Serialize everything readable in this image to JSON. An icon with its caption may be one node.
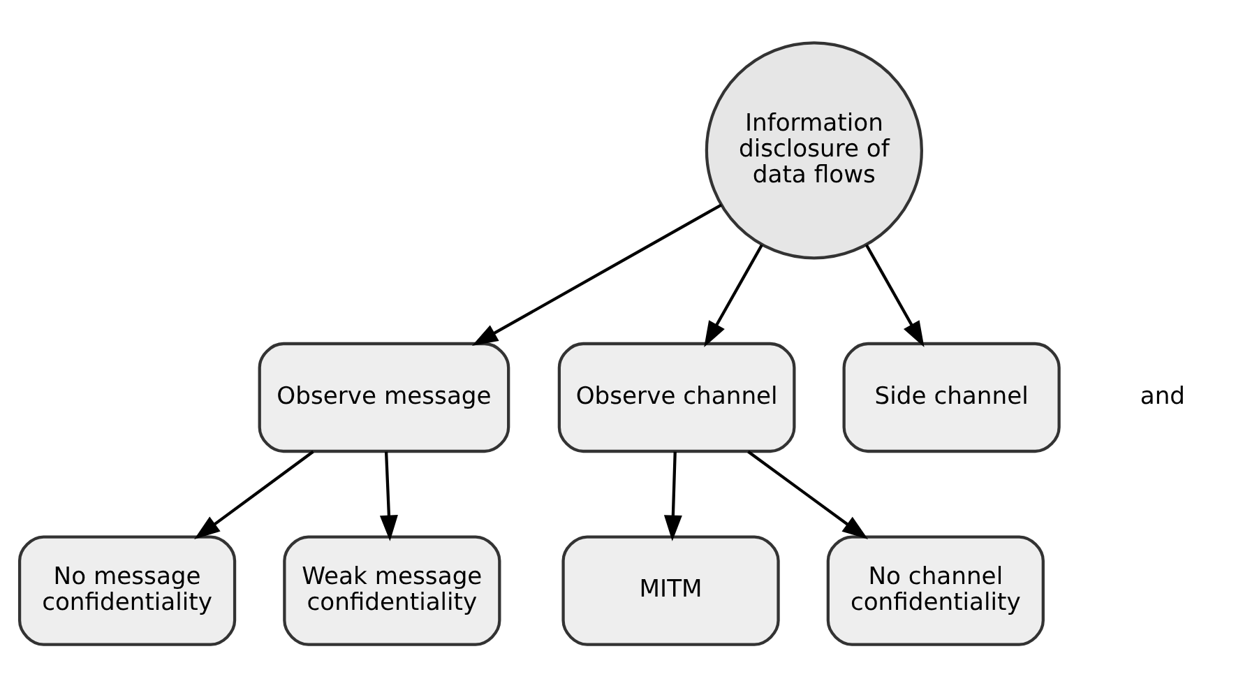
{
  "diagram": {
    "nodes": [
      {
        "text": [
          "Information disclosure of data flows"
        ]
      },
      {
        "text": [
          "Observe message"
        ]
      },
      {
        "text": [
          "Observe channel"
        ]
      },
      {
        "text": [
          "Side channel"
        ]
      },
      {
        "text": [
          "No message confidentiality"
        ]
      },
      {
        "text": [
          "Weak message confidentiality"
        ]
      },
      {
        "text": [
          "MITM"
        ]
      },
      {
        "text": [
          "No channel confidentiality"
        ]
      }
    ],
    "edges": [
      {
        "from": 0,
        "to": 1,
        "arrow": "to"
      },
      {
        "from": 0,
        "to": 2,
        "arrow": "to"
      },
      {
        "from": 0,
        "to": 3,
        "arrow": "to"
      },
      {
        "from": 1,
        "to": 4,
        "arrow": "to"
      },
      {
        "from": 1,
        "to": 5,
        "arrow": "to"
      },
      {
        "from": 2,
        "to": 6,
        "arrow": "to"
      },
      {
        "from": 2,
        "to": 7,
        "arrow": "to"
      }
    ],
    "labels": [
      "and"
    ]
  }
}
